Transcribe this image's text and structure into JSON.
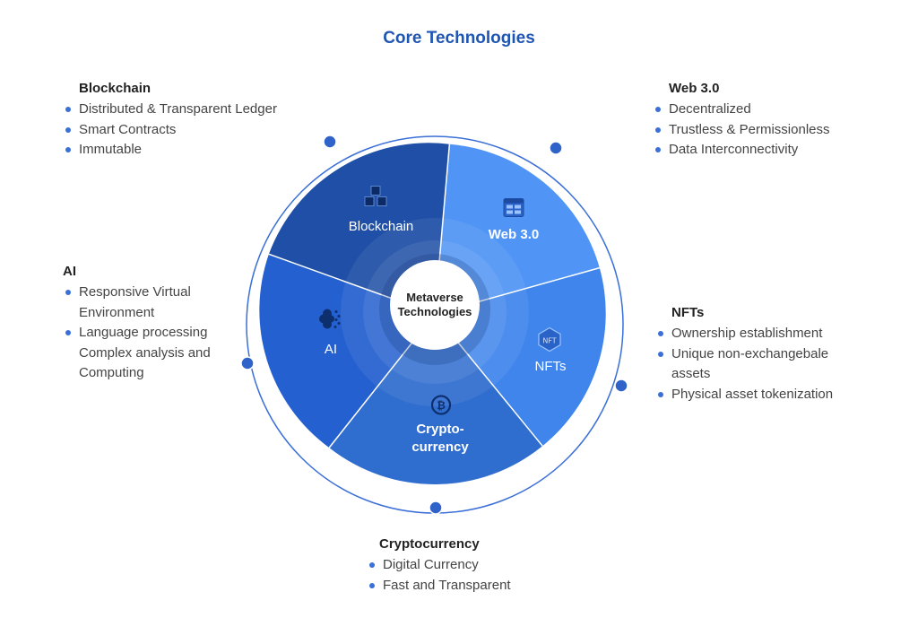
{
  "title": "Core Technologies",
  "center": {
    "line1": "Metaverse",
    "line2": "Technologies"
  },
  "segments": {
    "blockchain": {
      "label": "Blockchain",
      "icon": "cubes-icon",
      "color": "#1f4fa6"
    },
    "web3": {
      "label": "Web 3.0",
      "icon": "web-page-icon",
      "color": "#5095f5"
    },
    "nfts": {
      "label": "NFTs",
      "icon": "nft-hexagon-icon",
      "color": "#3f85ec"
    },
    "crypto": {
      "line1": "Crypto-",
      "line2": "currency",
      "icon": "bitcoin-icon",
      "color": "#2f6dcf"
    },
    "ai": {
      "label": "AI",
      "icon": "brain-icon",
      "color": "#2460cf"
    }
  },
  "blocks": {
    "blockchain": {
      "title": "Blockchain",
      "items": [
        "Distributed & Transparent Ledger",
        "Smart Contracts",
        "Immutable"
      ]
    },
    "web3": {
      "title": "Web 3.0",
      "items": [
        "Decentralized",
        "Trustless & Permissionless",
        "Data Interconnectivity"
      ]
    },
    "ai": {
      "title": "AI",
      "items": [
        "Responsive Virtual Environment",
        "Language processing Complex analysis and Computing"
      ]
    },
    "nfts": {
      "title": "NFTs",
      "items": [
        "Ownership establishment",
        "Unique non-exchangebale assets",
        "Physical asset tokenization"
      ]
    },
    "crypto": {
      "title": "Cryptocurrency",
      "items": [
        "Digital Currency",
        "Fast and Transparent"
      ]
    }
  },
  "colors": {
    "accent": "#1f56b3",
    "ring": "#3a6fd8",
    "bullet": "#3a6fd8"
  }
}
